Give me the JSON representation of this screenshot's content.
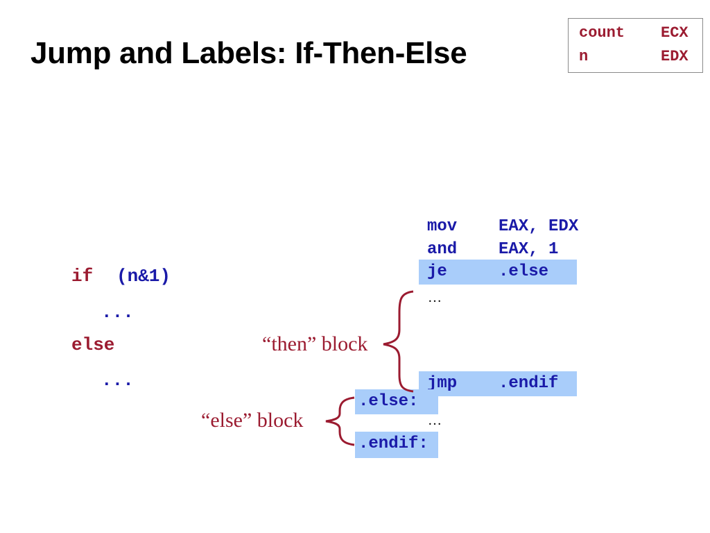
{
  "slide": {
    "title": "Jump and Labels: If-Then-Else"
  },
  "register_map": [
    {
      "var": "count",
      "reg": "ECX"
    },
    {
      "var": "n",
      "reg": "EDX"
    }
  ],
  "c_code": {
    "if_kw": "if",
    "condition": "(n&1)",
    "then_body": "...",
    "else_kw": "else",
    "else_body": "..."
  },
  "asm": {
    "lines": [
      {
        "op": "mov",
        "args": "EAX, EDX"
      },
      {
        "op": "and",
        "args": "EAX, 1"
      },
      {
        "op": "je",
        "args": ".else"
      }
    ],
    "then_ellipsis": "…",
    "jmp": {
      "op": "jmp",
      "args": ".endif"
    },
    "else_label": ".else:",
    "else_ellipsis": "…",
    "endif_label": ".endif:"
  },
  "annotations": {
    "then_block": "“then” block",
    "else_block": "“else” block"
  },
  "colors": {
    "maroon": "#9b1b30",
    "blue": "#1a1aa8",
    "highlight": "#a9cdfa"
  }
}
